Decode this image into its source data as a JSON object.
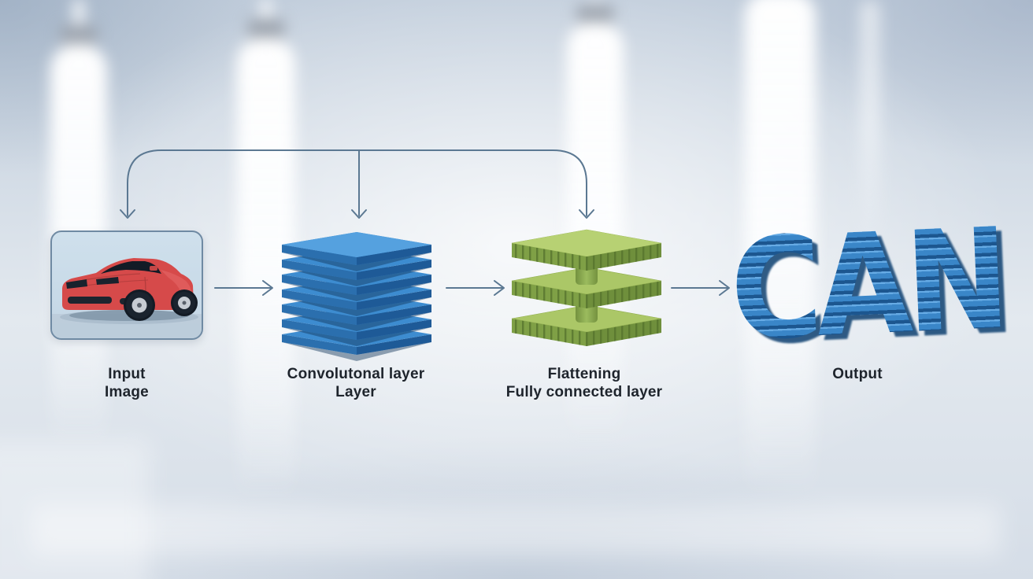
{
  "diagram": {
    "type": "cnn-architecture-flow",
    "stages": [
      {
        "id": "input-image",
        "label_lines": [
          "Input",
          "Image"
        ],
        "visual": "red-sports-car-photo"
      },
      {
        "id": "convolution-layer",
        "label_lines": [
          "Convolutonal layer",
          "Layer"
        ],
        "visual": "stack-of-blue-slabs",
        "slab_count": 7,
        "color": "#3d8cd0"
      },
      {
        "id": "flattening-fully-connected",
        "label_lines": [
          "Flattening",
          "Fully connected layer"
        ],
        "visual": "green-toothed-slabs-with-connectors",
        "slab_count": 3,
        "color": "#a9c766"
      },
      {
        "id": "output",
        "label_lines": [
          "Output"
        ],
        "text_3d": "CAN",
        "visual": "3d-brick-letters",
        "color": "#3a86c8"
      }
    ],
    "connections": {
      "forward_arrow_count": 3,
      "top_bracket_targets": [
        "input-image",
        "convolution-layer",
        "flattening-fully-connected"
      ],
      "arrow_color": "#5b7892"
    },
    "palette": {
      "car_red": "#d64a4a",
      "input_card_bg": "#c7dae8",
      "background_tint": "#d5dee8"
    }
  }
}
